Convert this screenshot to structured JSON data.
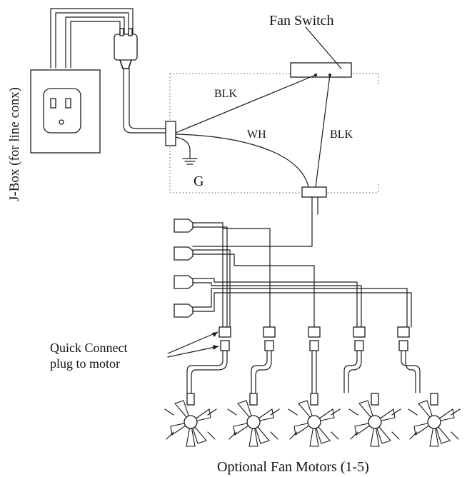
{
  "labels": {
    "fan_switch": "Fan Switch",
    "jbox": "J-Box (for line conx)",
    "blk_top": "BLK",
    "wh": "WH",
    "blk_right": "BLK",
    "ground": "G",
    "quick_connect_line1": "Quick Connect",
    "quick_connect_line2": "plug to motor",
    "optional_motors": "Optional Fan Motors (1-5)"
  },
  "fan_motor_count": 5,
  "terminal_block_count": 4
}
